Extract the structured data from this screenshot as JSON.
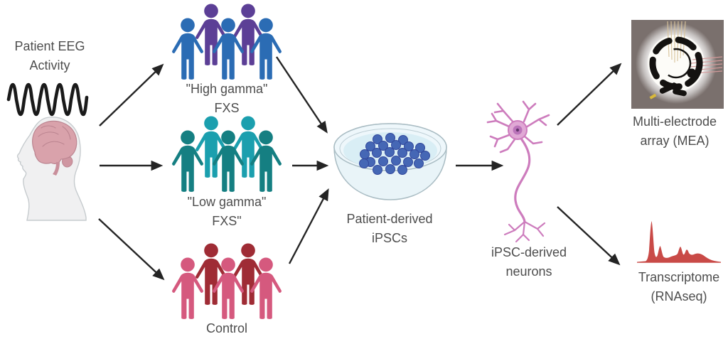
{
  "figure": {
    "background": "#ffffff"
  },
  "labels": {
    "eeg": {
      "line1": "Patient EEG",
      "line2": "Activity"
    },
    "high_gamma": {
      "line1": "\"High gamma\"",
      "line2": "FXS"
    },
    "low_gamma": {
      "line1": "\"Low gamma\"",
      "line2": "FXS\""
    },
    "control": {
      "line1": "Control"
    },
    "ipscs": {
      "line1": "Patient-derived",
      "line2": "iPSCs"
    },
    "neurons": {
      "line1": "iPSC-derived",
      "line2": "neurons"
    },
    "mea": {
      "line1": "Multi-electrode",
      "line2": "array (MEA)"
    },
    "rnaseq": {
      "line1": "Transcriptome",
      "line2": "(RNAseq)"
    }
  },
  "icons": {
    "eeg-wave-icon": "black sine wave",
    "head-profile-icon": "human head profile with visible brain",
    "people-group-icon": "five people holding hands",
    "petri-dish-icon": "petri dish with blue iPSC colonies",
    "neuron-icon": "pink neuron with dendrites and axon",
    "mea-photo-icon": "multi-electrode array chip photo",
    "rnaseq-trace-icon": "red electropherogram peak trace",
    "arrow-icon": "black straight arrow"
  },
  "colors": {
    "c-blue": "#2b6cb4",
    "c-purple": "#5c3f96",
    "c-teal-dark": "#157f82",
    "c-teal-light": "#1b9fae",
    "c-pink": "#d5597e",
    "c-dark-red": "#9f2c35",
    "c-arrow": "#242424",
    "c-text": "#4d4d4d",
    "c-wave": "#1a1a1a",
    "c-neuron": "#cd7cbd",
    "c-neuron-fill": "#e0a8d5",
    "c-colony": "#4567b5",
    "c-colony-edge": "#32479b",
    "c-dish-fill": "#e9f4f8",
    "c-dish-media": "#d9eef5",
    "c-dish-stroke": "#a9bcc3",
    "c-rna": "#c94a47",
    "c-brain": "#d9a2ab",
    "c-brain-line": "#bb8490",
    "c-skin": "#f0f0f1",
    "c-skin-line": "#c6cbce",
    "c-mea-bg": "#7a706d"
  }
}
